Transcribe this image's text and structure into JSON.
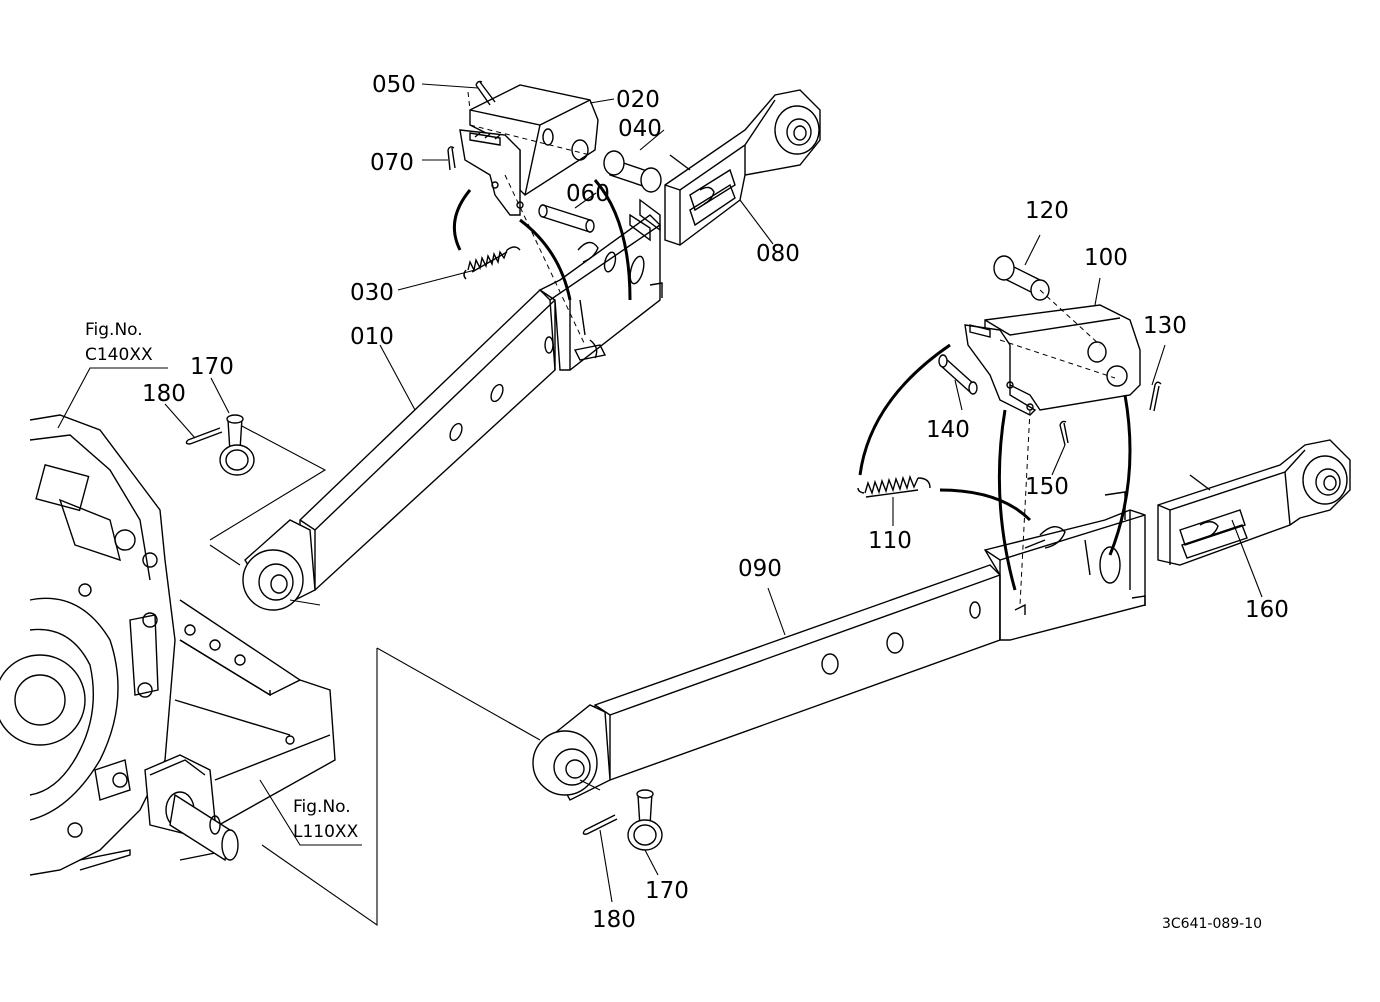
{
  "labels": {
    "p050": "050",
    "p020": "020",
    "p040": "040",
    "p070": "070",
    "p060": "060",
    "p080": "080",
    "p030": "030",
    "p010": "010",
    "p120": "120",
    "p100": "100",
    "p130": "130",
    "p140": "140",
    "p150": "150",
    "p110": "110",
    "p160": "160",
    "p090": "090",
    "p170a": "170",
    "p180a": "180",
    "p170b": "170",
    "p180b": "180"
  },
  "figrefs": {
    "c140_title": "Fig.No.",
    "c140_code": "C140XX",
    "l110_title": "Fig.No.",
    "l110_code": "L110XX"
  },
  "drawing_id": "3C641-089-10"
}
